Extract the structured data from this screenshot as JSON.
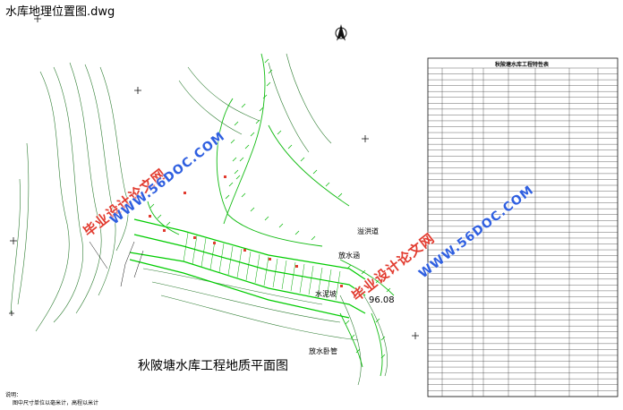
{
  "window": {
    "title": "水库地理位置图.dwg"
  },
  "plan": {
    "title": "秋陂塘水库工程地质平面图",
    "labels": {
      "spillway": "溢洪道",
      "outlet": "放水涵",
      "outlet_well": "放水卧管",
      "dam_slope": "水泥坡",
      "elevation": "96.08"
    }
  },
  "table": {
    "title": "秋陂塘水库工程特性表"
  },
  "watermarks": [
    {
      "text": "毕业设计论文网",
      "color": "red"
    },
    {
      "text": "WWW.56DOC.COM",
      "color": "blue"
    },
    {
      "text": "毕业设计论文网",
      "color": "red"
    },
    {
      "text": "WWW.56DOC.COM",
      "color": "blue"
    }
  ],
  "notes": {
    "heading": "说明：",
    "line1": "图中尺寸单位以毫米计，高程以米计"
  },
  "colors": {
    "contour": "#2e7d32",
    "dam": "#00cc00",
    "accent_red": "#e23b2f",
    "accent_blue": "#2f5fe0"
  },
  "icons": {
    "north_arrow": "north-arrow-icon"
  }
}
